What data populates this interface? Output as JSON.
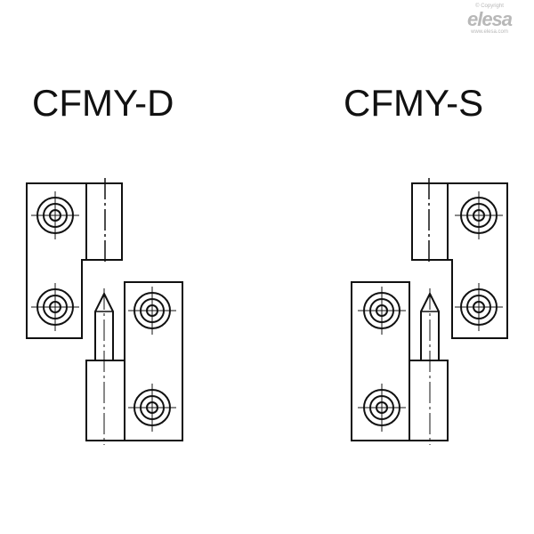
{
  "watermark": {
    "copyright": "© Copyright",
    "logo": "elesa",
    "url": "www.elesa.com"
  },
  "variants": [
    {
      "label": "CFMY-D"
    },
    {
      "label": "CFMY-S"
    }
  ],
  "colors": {
    "line": "#111111",
    "background": "#ffffff",
    "watermark": "#b8b8b8"
  }
}
